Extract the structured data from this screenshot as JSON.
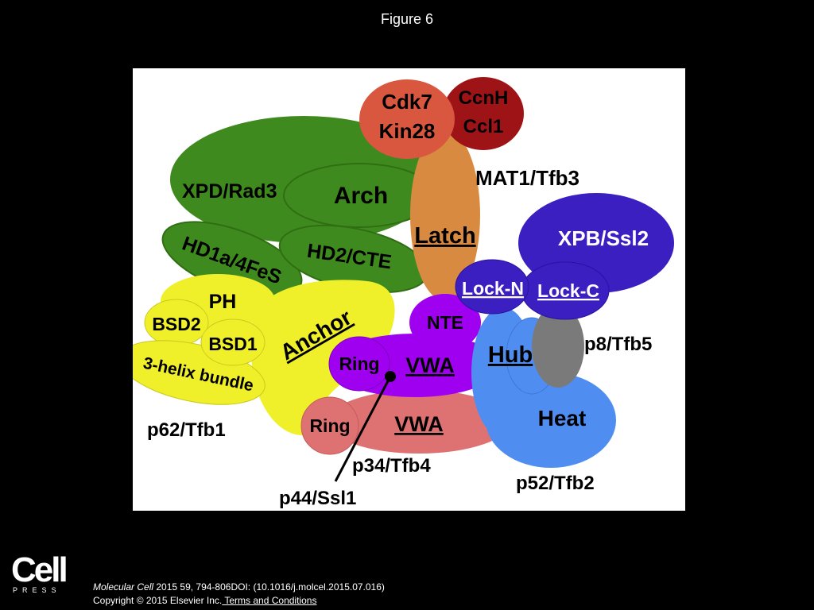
{
  "figure": {
    "title": "Figure 6"
  },
  "diagram": {
    "labels": {
      "cdk7": "Cdk7",
      "kin28": "Kin28",
      "ccnh": "CcnH",
      "ccl1": "Ccl1",
      "mat1": "MAT1/Tfb3",
      "xpd": "XPD/Rad3",
      "arch": "Arch",
      "hd1a": "HD1a/4FeS",
      "hd2": "HD2/CTE",
      "latch": "Latch",
      "xpb": "XPB/Ssl2",
      "lockn": "Lock-N",
      "lockc": "Lock-C",
      "ph": "PH",
      "bsd2": "BSD2",
      "bsd1": "BSD1",
      "helix": "3-helix bundle",
      "anchor": "Anchor",
      "nte": "NTE",
      "ring1": "Ring",
      "vwa1": "VWA",
      "ring2": "Ring",
      "vwa2": "VWA",
      "hub": "Hub",
      "p8": "p8/Tfb5",
      "heat": "Heat",
      "p62": "p62/Tfb1",
      "p34": "p34/Tfb4",
      "p44": "p44/Ssl1",
      "p52": "p52/Tfb2"
    },
    "colors": {
      "cdk7": "#d9573f",
      "ccnh": "#9e1416",
      "green": "#3f8a1e",
      "green_dark": "#2f6e12",
      "latch": "#d88a40",
      "xpb": "#3b1fc1",
      "yellow": "#f0f02a",
      "purple": "#a000f0",
      "pink": "#de7272",
      "blue": "#4f8ef0",
      "grey": "#7a7a7a"
    }
  },
  "footer": {
    "logo_main": "Cell",
    "logo_sub": "PRESS",
    "journal": "Molecular Cell",
    "citation": " 2015 59, 794-806DOI: (10.1016/j.molcel.2015.07.016)",
    "copyright": "Copyright © 2015 Elsevier Inc.",
    "terms_link": " Terms and Conditions"
  }
}
